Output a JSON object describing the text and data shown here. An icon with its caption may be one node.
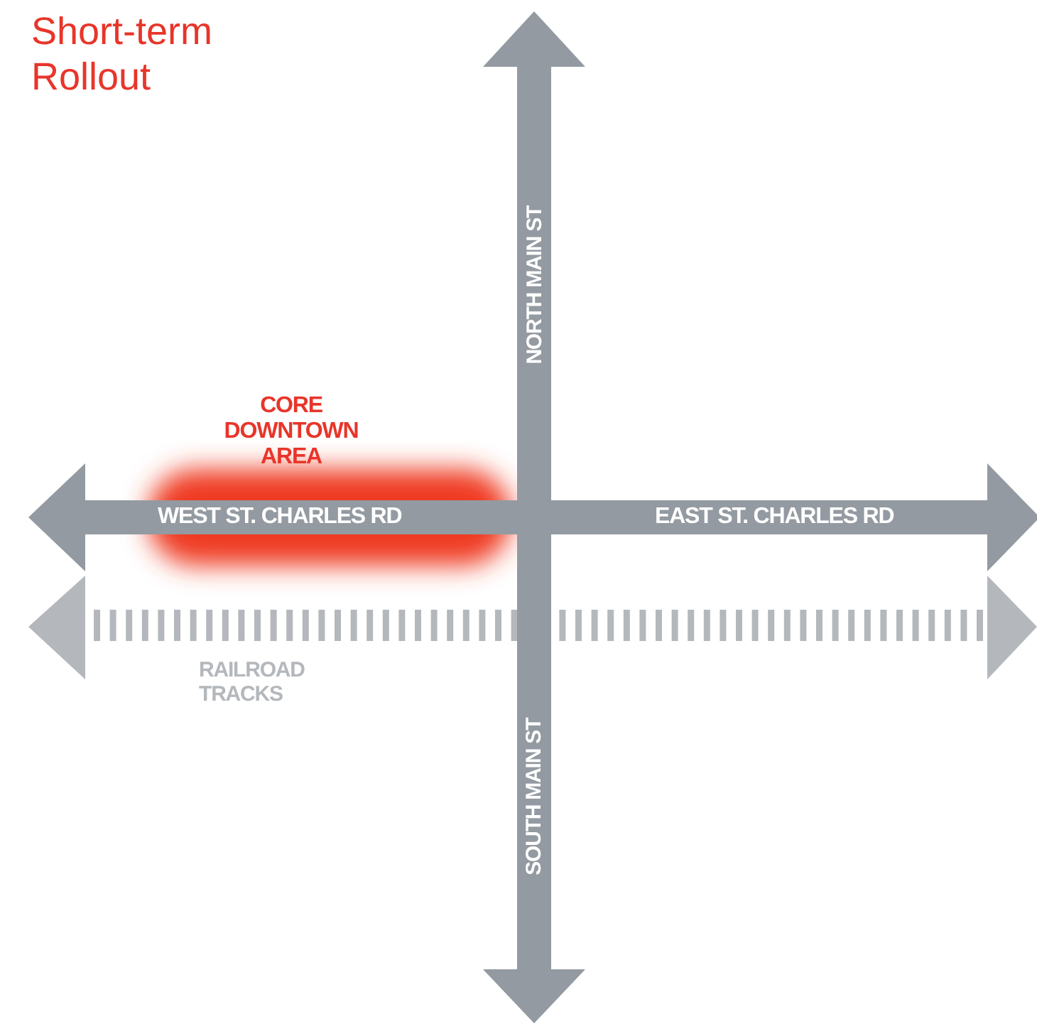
{
  "diagram": {
    "title": "Short-term Rollout",
    "labels": [
      "NORTH MAIN ST",
      "CORE DOWNTOWN AREA",
      "WEST ST. CHARLES RD",
      "EAST ST. CHARLES RD",
      "RAILROAD TRACKS",
      "SOUTH MAIN ST"
    ]
  }
}
